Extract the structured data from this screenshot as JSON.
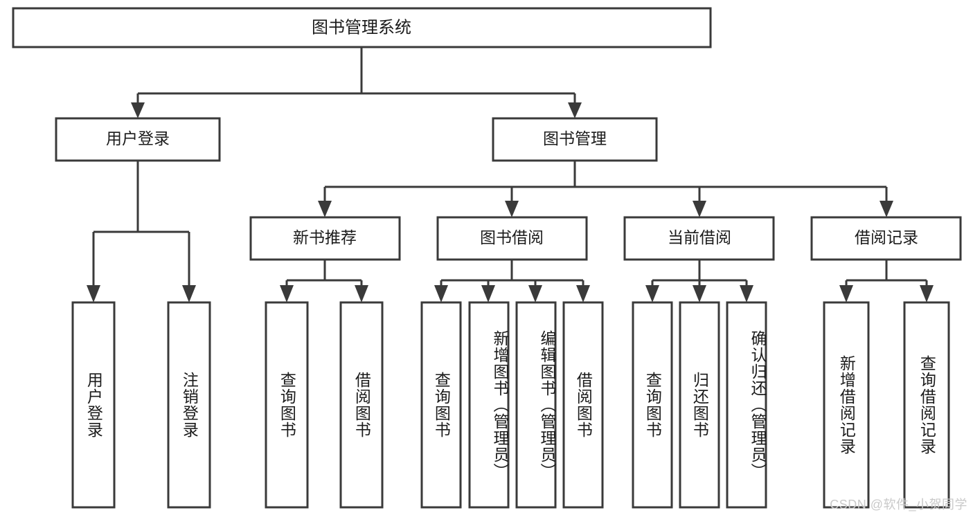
{
  "diagram": {
    "type": "tree-hierarchy",
    "title_node": {
      "label": "图书管理系统"
    },
    "level2": [
      {
        "label": "用户登录"
      },
      {
        "label": "图书管理"
      }
    ],
    "level3": [
      {
        "label": "新书推荐"
      },
      {
        "label": "图书借阅"
      },
      {
        "label": "当前借阅"
      },
      {
        "label": "借阅记录"
      }
    ],
    "leaves": {
      "user_login": [
        {
          "label": "用户登录"
        },
        {
          "label": "注销登录"
        }
      ],
      "new_book_recommend": [
        {
          "label": "查询图书"
        },
        {
          "label": "借阅图书"
        }
      ],
      "book_borrow": [
        {
          "label": "查询图书"
        },
        {
          "label": "新增图书（管理员）"
        },
        {
          "label": "编辑图书（管理员）"
        },
        {
          "label": "借阅图书"
        }
      ],
      "current_borrow": [
        {
          "label": "查询图书"
        },
        {
          "label": "归还图书"
        },
        {
          "label": "确认归还（管理员）"
        }
      ],
      "borrow_record": [
        {
          "label": "新增借阅记录"
        },
        {
          "label": "查询借阅记录"
        }
      ]
    },
    "watermark": "CSDN @软件_小贺同学",
    "colors": {
      "box_stroke": "#3a3a3a",
      "box_fill": "#ffffff",
      "text": "#1b1b1b",
      "watermark": "#c9c9c9",
      "background": "#ffffff"
    }
  }
}
